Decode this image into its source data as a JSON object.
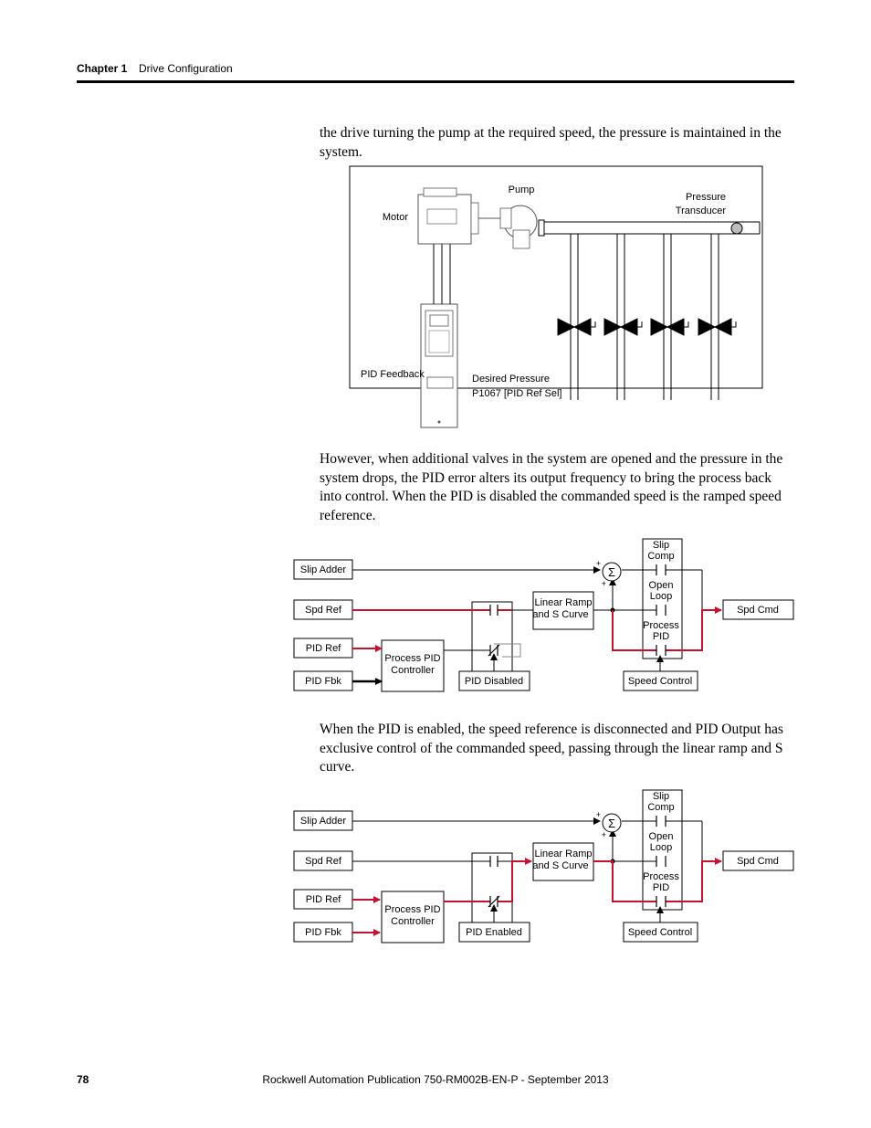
{
  "header": {
    "chapter": "Chapter 1",
    "section": "Drive Configuration"
  },
  "paragraphs": {
    "p1": "the drive turning the pump at the required speed, the pressure is maintained in the system.",
    "p2": "However, when additional valves in the system are opened and the pressure in the system drops, the PID error alters its output frequency to bring the process back into control. When the PID is disabled the commanded speed is the ramped speed reference.",
    "p3": "When the PID is enabled, the speed reference is disconnected and PID Output has exclusive control of the commanded speed, passing through the linear ramp and S curve."
  },
  "pump_figure": {
    "pump": "Pump",
    "motor": "Motor",
    "transducer_1": "Pressure",
    "transducer_2": "Transducer",
    "pid_feedback": "PID Feedback",
    "desired_1": "Desired Pressure",
    "desired_2": "P1067 [PID Ref Sel]"
  },
  "diagram_disabled": {
    "slip_adder": "Slip Adder",
    "spd_ref": "Spd Ref",
    "pid_ref": "PID Ref",
    "pid_fbk": "PID Fbk",
    "pid_ctrl_1": "Process PID",
    "pid_ctrl_2": "Controller",
    "pid_switch": "PID Disabled",
    "ramp_1": "Linear Ramp",
    "ramp_2": "and S Curve",
    "slip_comp_1": "Slip",
    "slip_comp_2": "Comp",
    "open_loop_1": "Open",
    "open_loop_2": "Loop",
    "process_pid_1": "Process",
    "process_pid_2": "PID",
    "speed_control": "Speed Control",
    "spd_cmd": "Spd Cmd",
    "plus": "+"
  },
  "diagram_enabled": {
    "slip_adder": "Slip Adder",
    "spd_ref": "Spd Ref",
    "pid_ref": "PID Ref",
    "pid_fbk": "PID Fbk",
    "pid_ctrl_1": "Process PID",
    "pid_ctrl_2": "Controller",
    "pid_switch": "PID Enabled",
    "ramp_1": "Linear Ramp",
    "ramp_2": "and S Curve",
    "slip_comp_1": "Slip",
    "slip_comp_2": "Comp",
    "open_loop_1": "Open",
    "open_loop_2": "Loop",
    "process_pid_1": "Process",
    "process_pid_2": "PID",
    "speed_control": "Speed Control",
    "spd_cmd": "Spd Cmd",
    "plus": "+"
  },
  "colors": {
    "signal_path": "#c41230",
    "line": "#000000",
    "gray": "#888888"
  },
  "footer": {
    "page_number": "78",
    "publication": "Rockwell Automation Publication 750-RM002B-EN-P - September 2013"
  }
}
